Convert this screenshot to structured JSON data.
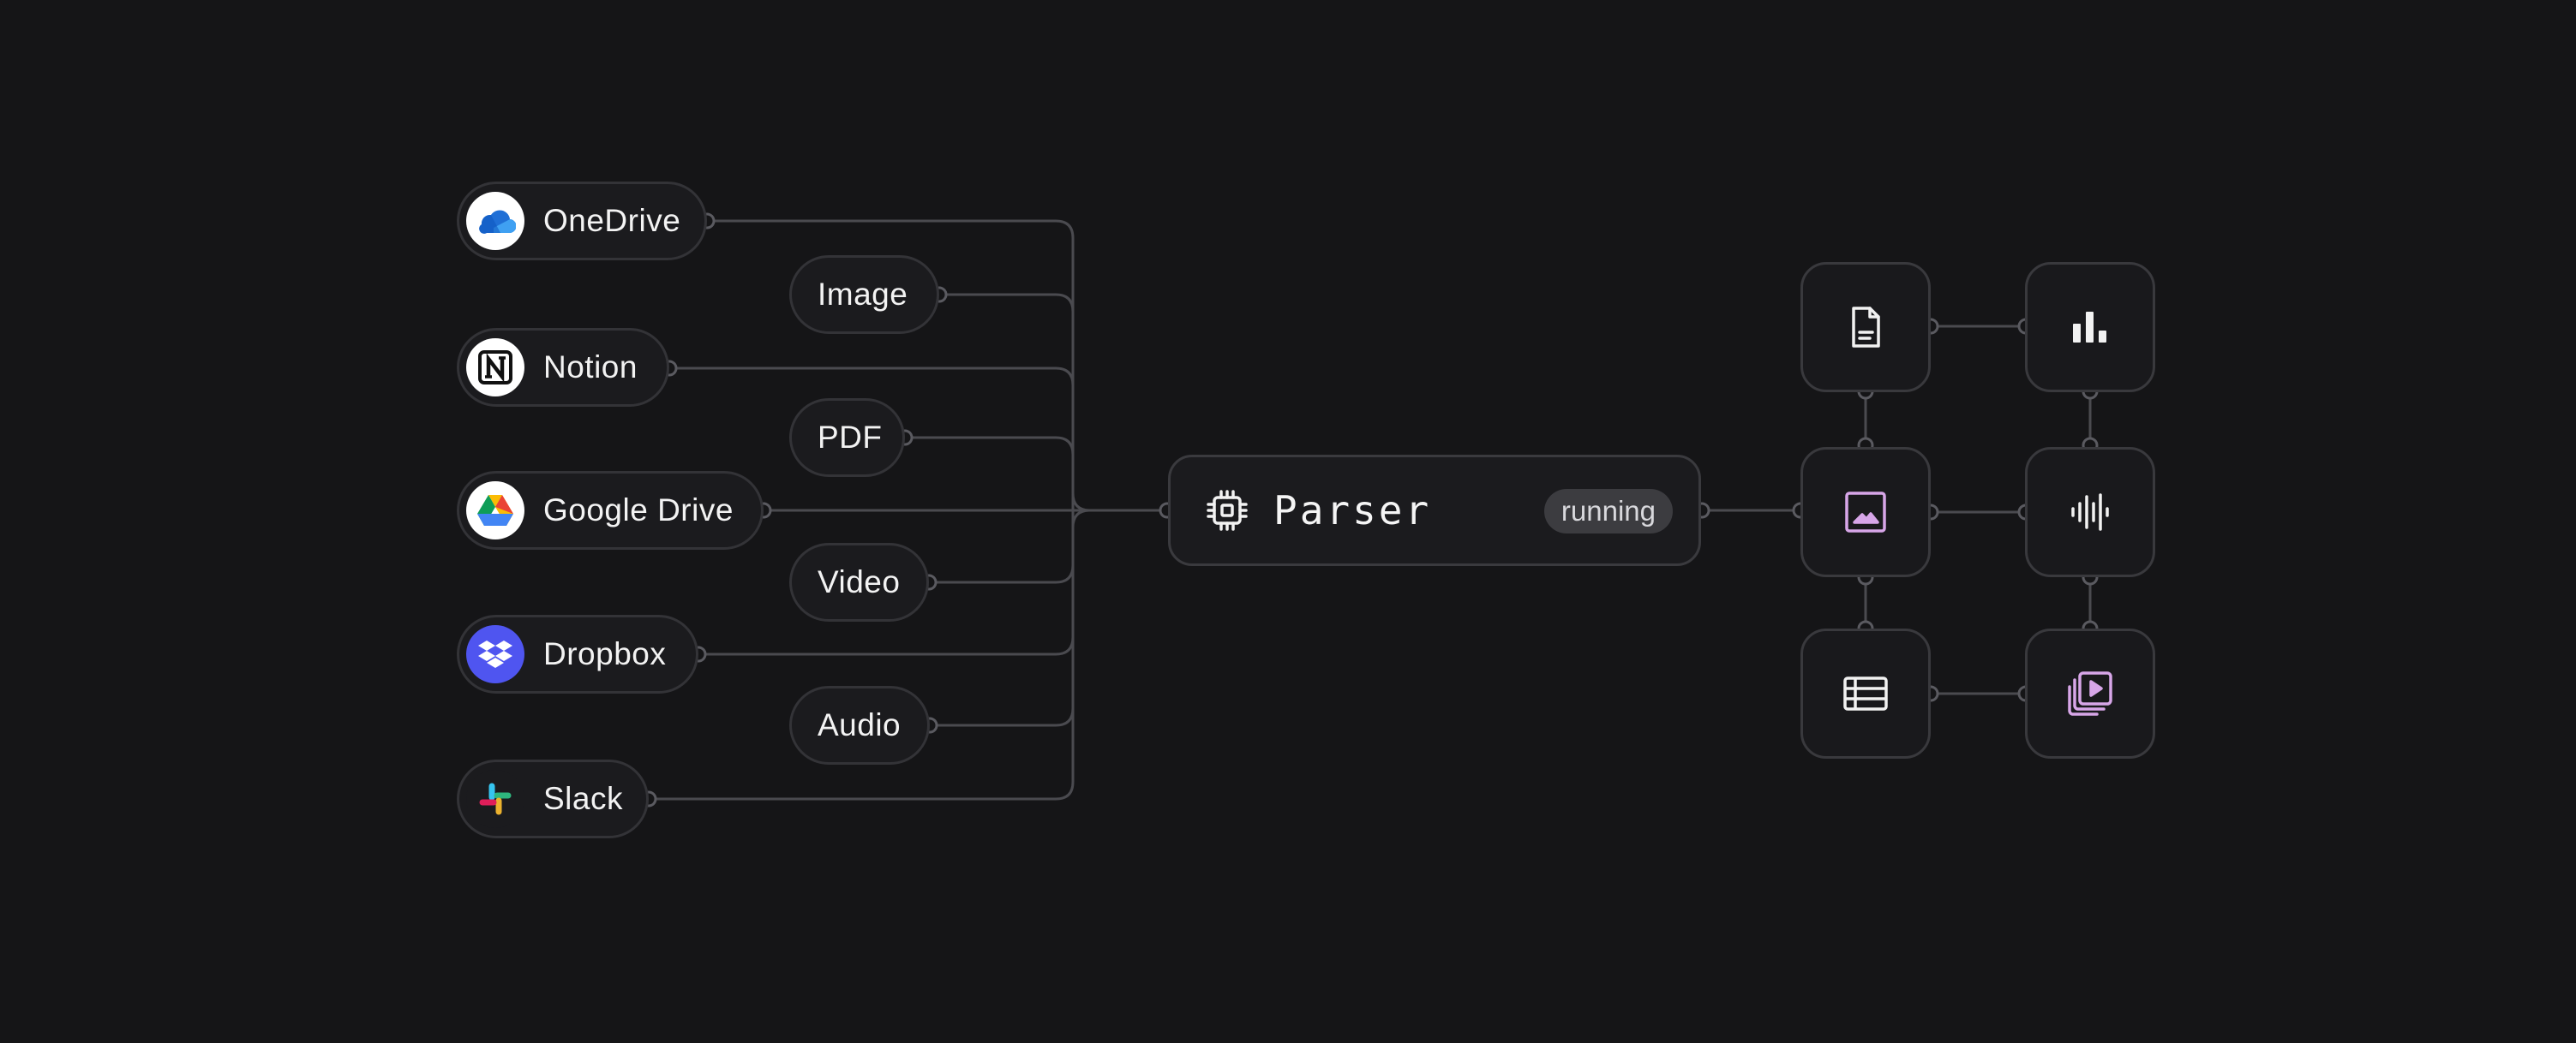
{
  "sources": [
    {
      "id": "onedrive",
      "label": "OneDrive",
      "icon": "onedrive-icon"
    },
    {
      "id": "notion",
      "label": "Notion",
      "icon": "notion-icon"
    },
    {
      "id": "google-drive",
      "label": "Google Drive",
      "icon": "google-drive-icon"
    },
    {
      "id": "dropbox",
      "label": "Dropbox",
      "icon": "dropbox-icon"
    },
    {
      "id": "slack",
      "label": "Slack",
      "icon": "slack-icon"
    }
  ],
  "types": [
    {
      "id": "image",
      "label": "Image"
    },
    {
      "id": "pdf",
      "label": "PDF"
    },
    {
      "id": "video",
      "label": "Video"
    },
    {
      "id": "audio",
      "label": "Audio"
    }
  ],
  "parser": {
    "label": "Parser",
    "status": "running",
    "icon": "chip-icon"
  },
  "outputs": [
    {
      "id": "document",
      "icon": "document-icon"
    },
    {
      "id": "bar-chart",
      "icon": "bar-chart-icon"
    },
    {
      "id": "image",
      "icon": "image-icon"
    },
    {
      "id": "waveform",
      "icon": "audio-waveform-icon"
    },
    {
      "id": "table",
      "icon": "table-icon"
    },
    {
      "id": "video-stack",
      "icon": "video-stack-icon"
    }
  ],
  "colors": {
    "background": "#151517",
    "node_border": "#333337",
    "wire": "#4a4a4f",
    "accent_purple": "#d7a6e8",
    "dropbox_blue": "#4f55f0"
  }
}
